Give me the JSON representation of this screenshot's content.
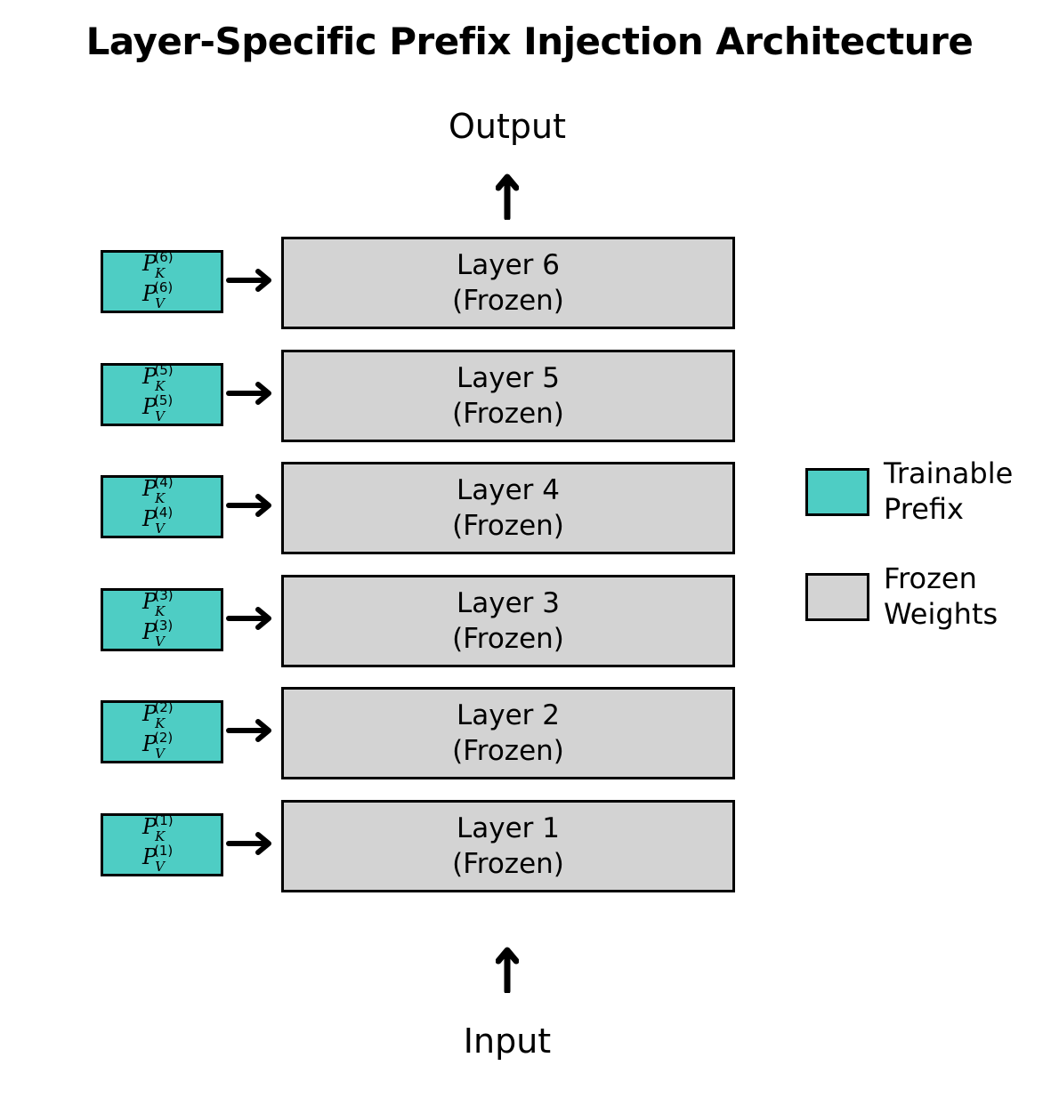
{
  "diagram": {
    "title": "Layer-Specific Prefix Injection Architecture",
    "output_label": "Output",
    "input_label": "Input",
    "colors": {
      "prefix_fill": "#4ecdc4",
      "frozen_fill": "#d3d3d3",
      "border": "#000000"
    },
    "layers": [
      {
        "name": "Layer 6",
        "state": "(Frozen)",
        "prefix_k_base": "P",
        "prefix_k_sub": "K",
        "prefix_k_sup": "(6)",
        "prefix_v_base": "P",
        "prefix_v_sub": "V",
        "prefix_v_sup": "(6)"
      },
      {
        "name": "Layer 5",
        "state": "(Frozen)",
        "prefix_k_base": "P",
        "prefix_k_sub": "K",
        "prefix_k_sup": "(5)",
        "prefix_v_base": "P",
        "prefix_v_sub": "V",
        "prefix_v_sup": "(5)"
      },
      {
        "name": "Layer 4",
        "state": "(Frozen)",
        "prefix_k_base": "P",
        "prefix_k_sub": "K",
        "prefix_k_sup": "(4)",
        "prefix_v_base": "P",
        "prefix_v_sub": "V",
        "prefix_v_sup": "(4)"
      },
      {
        "name": "Layer 3",
        "state": "(Frozen)",
        "prefix_k_base": "P",
        "prefix_k_sub": "K",
        "prefix_k_sup": "(3)",
        "prefix_v_base": "P",
        "prefix_v_sub": "V",
        "prefix_v_sup": "(3)"
      },
      {
        "name": "Layer 2",
        "state": "(Frozen)",
        "prefix_k_base": "P",
        "prefix_k_sub": "K",
        "prefix_k_sup": "(2)",
        "prefix_v_base": "P",
        "prefix_v_sub": "V",
        "prefix_v_sup": "(2)"
      },
      {
        "name": "Layer 1",
        "state": "(Frozen)",
        "prefix_k_base": "P",
        "prefix_k_sub": "K",
        "prefix_k_sup": "(1)",
        "prefix_v_base": "P",
        "prefix_v_sub": "V",
        "prefix_v_sup": "(1)"
      }
    ],
    "legend": [
      {
        "label_line1": "Trainable",
        "label_line2": "Prefix",
        "color": "#4ecdc4"
      },
      {
        "label_line1": "Frozen",
        "label_line2": "Weights",
        "color": "#d3d3d3"
      }
    ]
  }
}
